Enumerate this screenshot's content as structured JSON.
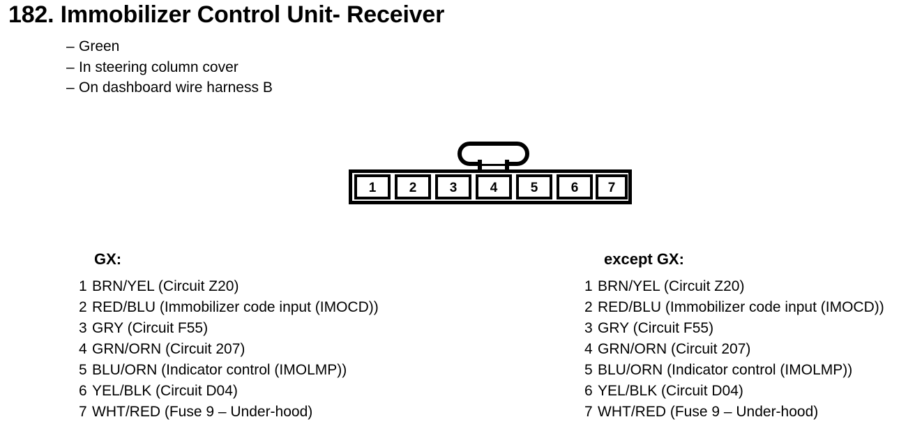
{
  "page": {
    "number": "182.",
    "title": "182. Immobilizer Control Unit- Receiver",
    "notes": [
      "Green",
      "In steering column cover",
      "On dashboard wire harness B"
    ],
    "dash": "–"
  },
  "connector": {
    "type": "7-pin-connector-with-locking-tab",
    "pin_count": 7,
    "pins": [
      "1",
      "2",
      "3",
      "4",
      "5",
      "6",
      "7"
    ],
    "stroke_color": "#000000",
    "fill_color": "#ffffff"
  },
  "columns": [
    {
      "heading": "GX:",
      "rows": [
        {
          "num": "1",
          "text": "BRN/YEL (Circuit Z20)"
        },
        {
          "num": "2",
          "text": "RED/BLU (Immobilizer code input (IMOCD))"
        },
        {
          "num": "3",
          "text": "GRY (Circuit F55)"
        },
        {
          "num": "4",
          "text": "GRN/ORN (Circuit 207)"
        },
        {
          "num": "5",
          "text": "BLU/ORN (Indicator control (IMOLMP))"
        },
        {
          "num": "6",
          "text": "YEL/BLK (Circuit D04)"
        },
        {
          "num": "7",
          "text": "WHT/RED (Fuse 9 – Under-hood)"
        }
      ]
    },
    {
      "heading": "except GX:",
      "rows": [
        {
          "num": "1",
          "text": "BRN/YEL (Circuit Z20)"
        },
        {
          "num": "2",
          "text": "RED/BLU (Immobilizer code input (IMOCD))"
        },
        {
          "num": "3",
          "text": "GRY (Circuit F55)"
        },
        {
          "num": "4",
          "text": "GRN/ORN (Circuit 207)"
        },
        {
          "num": "5",
          "text": "BLU/ORN (Indicator control (IMOLMP))"
        },
        {
          "num": "6",
          "text": "YEL/BLK (Circuit D04)"
        },
        {
          "num": "7",
          "text": "WHT/RED (Fuse 9 – Under-hood)"
        }
      ]
    }
  ]
}
